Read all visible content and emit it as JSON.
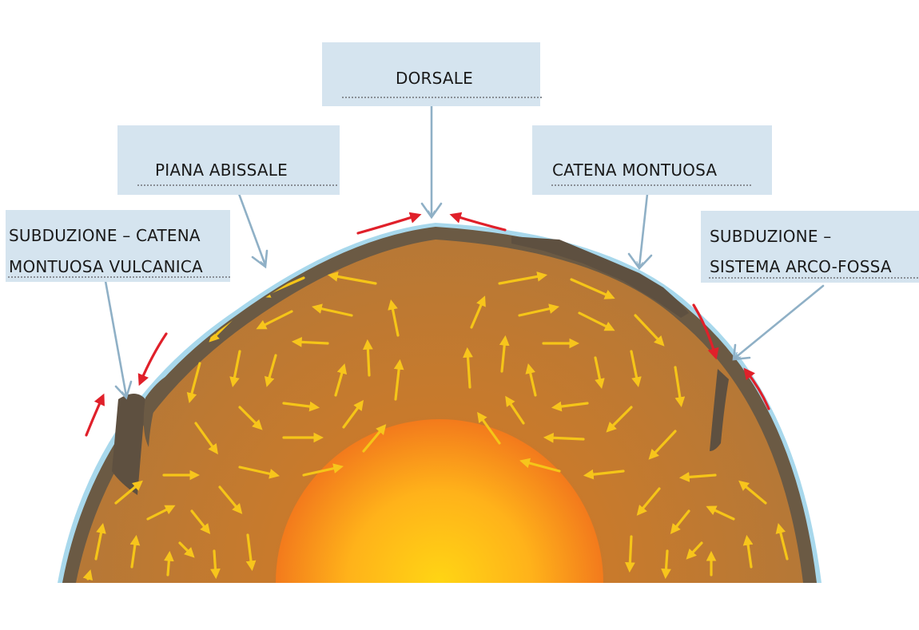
{
  "labels": {
    "dorsale": "DORSALE",
    "piana_abissale": "PIANA ABISSALE",
    "catena_montuosa": "CATENA MONTUOSA",
    "subduzione_vulcanica_line1": "SUBDUZIONE – CATENA",
    "subduzione_vulcanica_line2": "MONTUOSA VULCANICA",
    "subduzione_arco_line1": "SUBDUZIONE –",
    "subduzione_arco_line2": "SISTEMA ARCO-FOSSA"
  },
  "colors": {
    "label_box": "#d5e4ef",
    "pointer_arrow": "#8fb0c6",
    "ocean": "#a8d8ec",
    "crust": "#6b5a44",
    "mantle": "#b9772e",
    "core_center": "#ffd21a",
    "core_edge": "#f07a18",
    "convection_arrow": "#f5c518",
    "plate_motion_arrow": "#e0202a"
  }
}
